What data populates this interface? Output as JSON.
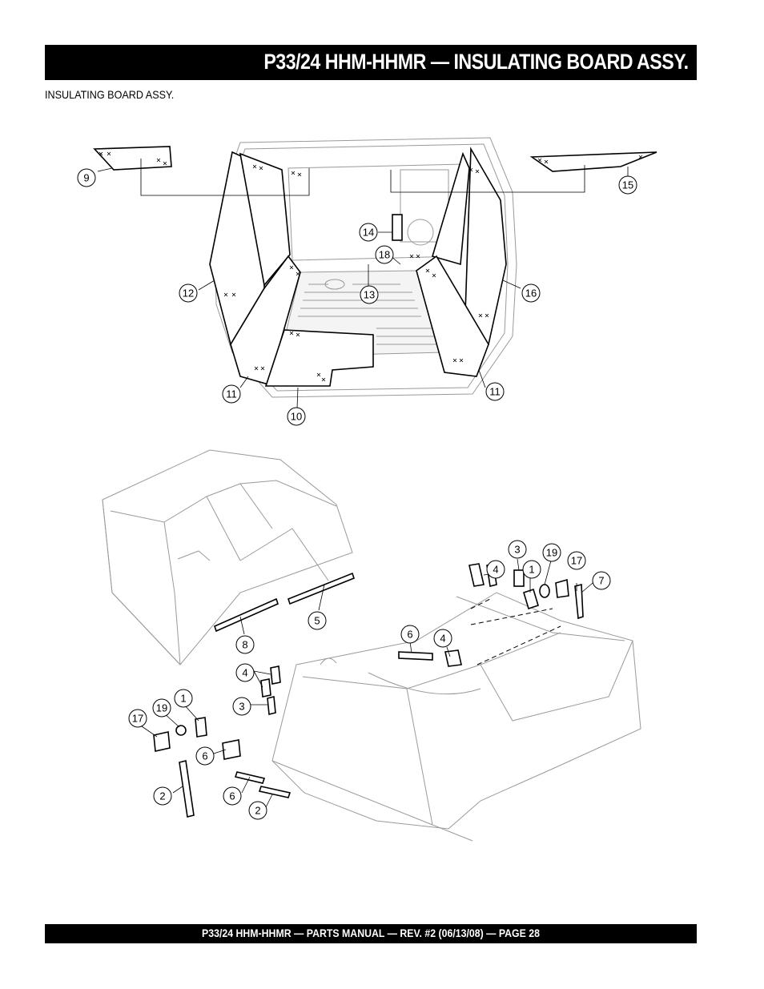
{
  "header": {
    "title": "P33/24 HHM-HHMR — INSULATING BOARD ASSY."
  },
  "section": {
    "label": "INSULATING BOARD ASSY."
  },
  "footer": {
    "text": "P33/24 HHM-HHMR — PARTS MANUAL — REV. #2 (06/13/08) — PAGE 28"
  },
  "callouts": {
    "top": [
      "9",
      "15",
      "14",
      "18",
      "12",
      "13",
      "16",
      "11",
      "11",
      "10"
    ],
    "bottom": [
      "3",
      "19",
      "17",
      "4",
      "1",
      "7",
      "5",
      "8",
      "6",
      "4",
      "4",
      "3",
      "1",
      "19",
      "17",
      "6",
      "2",
      "6",
      "2"
    ]
  },
  "colors": {
    "bar": "#000000",
    "bar_text": "#ffffff",
    "drawing_line": "#9a9a9a"
  }
}
